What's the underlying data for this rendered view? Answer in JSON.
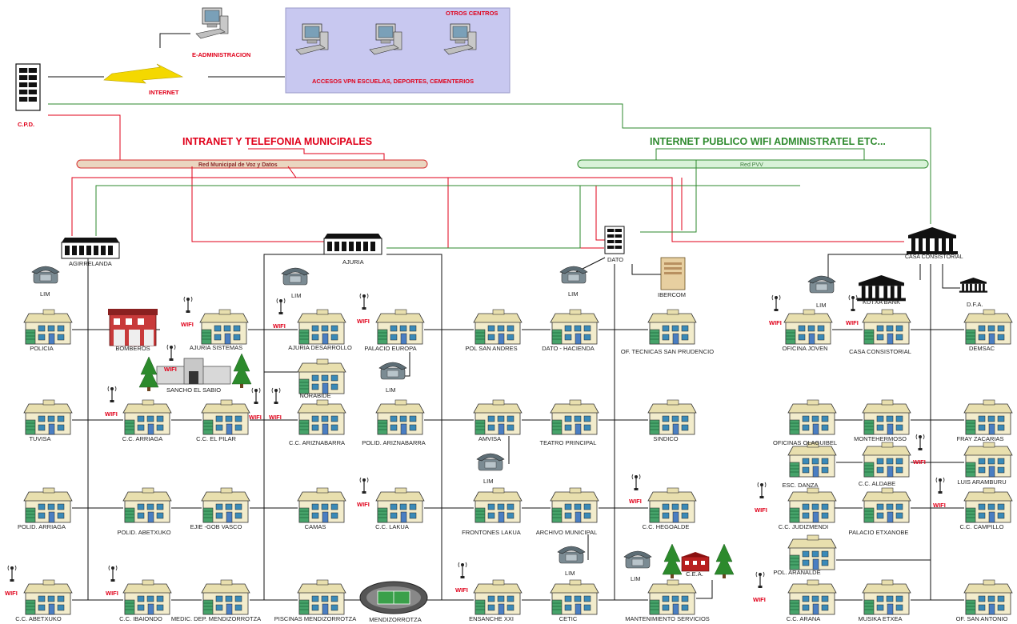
{
  "header": {
    "cpd": "C.P.D.",
    "e_admin": "E-ADMINISTRACION",
    "internet": "INTERNET",
    "otros_centros": "OTROS CENTROS",
    "accesos": "ACCESOS VPN ESCUELAS, DEPORTES, CEMENTERIOS"
  },
  "networks": {
    "intranet_title": "INTRANET Y TELEFONIA MUNICIPALES",
    "intranet_bus": "Red Municipal de Voz y Datos",
    "public_title": "INTERNET PUBLICO WIFI ADMINISTRATEL ETC...",
    "public_bus": "Red PVV"
  },
  "hubs": {
    "aguirrelanda": "AGIRRELANDA",
    "ajuria": "AJURIA",
    "dato": "DATO",
    "ibercom": "IBERCOM",
    "casa_consistorial": "CASA CONSISTORIAL",
    "kutxa": "KUTXA BANK",
    "dfa": "D.F.A."
  },
  "tags": {
    "wifi": "WIFI",
    "lim": "LIM"
  },
  "colors": {
    "intranet": "#e0001a",
    "public": "#2e8a2e",
    "panel": "#c8c8f0"
  },
  "sites": [
    {
      "id": "policia",
      "label": "POLICIA"
    },
    {
      "id": "bomberos",
      "label": "BOMBEROS"
    },
    {
      "id": "ajuria-sistemas",
      "label": "AJURIA SISTEMAS"
    },
    {
      "id": "ajuria-desarrollo",
      "label": "AJURIA DESARROLLO"
    },
    {
      "id": "palacio-europa",
      "label": "PALACIO EUROPA"
    },
    {
      "id": "pol-san-andres",
      "label": "POL SAN ANDRES"
    },
    {
      "id": "dato-hacienda",
      "label": "DATO - HACIENDA"
    },
    {
      "id": "of-tecnicas",
      "label": "OF. TECNICAS SAN PRUDENCIO"
    },
    {
      "id": "sancho-el-sabio",
      "label": "SANCHO EL SABIO"
    },
    {
      "id": "norabide",
      "label": "NORABIDE"
    },
    {
      "id": "oficina-joven",
      "label": "OFICINA JOVEN"
    },
    {
      "id": "casa-consistorial-site",
      "label": "CASA CONSISTORIAL"
    },
    {
      "id": "demsac",
      "label": "DEMSAC"
    },
    {
      "id": "tuvisa",
      "label": "TUVISA"
    },
    {
      "id": "cc-arriaga",
      "label": "C.C. ARRIAGA"
    },
    {
      "id": "cc-el-pilar",
      "label": "C.C. EL PILAR"
    },
    {
      "id": "cc-ariznabarra",
      "label": "C.C. ARIZNABARRA"
    },
    {
      "id": "polid-ariznabarra",
      "label": "POLID. ARIZNABARRA"
    },
    {
      "id": "amvisa",
      "label": "AMVISA"
    },
    {
      "id": "teatro-principal",
      "label": "TEATRO PRINCIPAL"
    },
    {
      "id": "sindico",
      "label": "SINDICO"
    },
    {
      "id": "oficinas-olaguibel",
      "label": "OFICINAS OLAGUIBEL"
    },
    {
      "id": "montehermoso",
      "label": "MONTEHERMOSO"
    },
    {
      "id": "fray-zacarias",
      "label": "FRAY ZACARIAS"
    },
    {
      "id": "esc-danza",
      "label": "ESC. DANZA"
    },
    {
      "id": "cc-aldabe",
      "label": "C.C. ALDABE"
    },
    {
      "id": "luis-aramburu",
      "label": "LUIS ARAMBURU"
    },
    {
      "id": "polid-arriaga",
      "label": "POLID. ARRIAGA"
    },
    {
      "id": "polid-abetxuko",
      "label": "POLID. ABETXUKO"
    },
    {
      "id": "eje-gob-vasco",
      "label": "EJIE -GOB VASCO"
    },
    {
      "id": "camas",
      "label": "CAMAS"
    },
    {
      "id": "cc-lakua",
      "label": "C.C. LAKUA"
    },
    {
      "id": "frontones-lakua",
      "label": "FRONTONES LAKUA"
    },
    {
      "id": "archivo-municipal",
      "label": "ARCHIVO MUNICIPAL"
    },
    {
      "id": "cc-hegoalde",
      "label": "C.C. HEGOALDE"
    },
    {
      "id": "cc-judizmendi",
      "label": "C.C. JUDIZMENDI"
    },
    {
      "id": "palacio-etxanobe",
      "label": "PALACIO ETXANOBE"
    },
    {
      "id": "cc-campillo",
      "label": "C.C. CAMPILLO"
    },
    {
      "id": "pol-aranalde",
      "label": "POL. ARANALDE"
    },
    {
      "id": "cc-abetxuko",
      "label": "C.C. ABETXUKO"
    },
    {
      "id": "cc-ibaiondo",
      "label": "C.C. IBAIONDO"
    },
    {
      "id": "medic-dep",
      "label": "MEDIC. DEP. MENDIZORROTZA"
    },
    {
      "id": "piscinas",
      "label": "PISCINAS MENDIZORROTZA"
    },
    {
      "id": "mendizorrotza",
      "label": "MENDIZORROTZA"
    },
    {
      "id": "ensanche-xxi",
      "label": "ENSANCHE XXI"
    },
    {
      "id": "cetic",
      "label": "CETIC"
    },
    {
      "id": "mantenimiento",
      "label": "MANTENIMIENTO SERVICIOS"
    },
    {
      "id": "cea",
      "label": "C.E.A."
    },
    {
      "id": "cc-arana",
      "label": "C.C. ARANA"
    },
    {
      "id": "musika-etxea",
      "label": "MUSIKA ETXEA"
    },
    {
      "id": "of-san-antonio",
      "label": "OF. SAN ANTONIO"
    }
  ]
}
